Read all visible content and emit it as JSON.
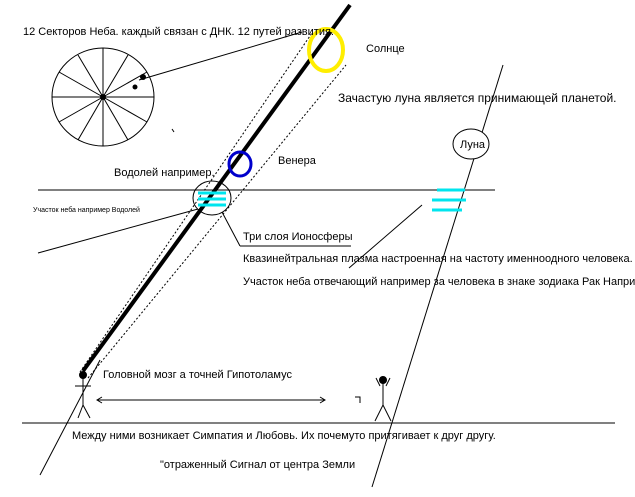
{
  "labels": {
    "sectors": "12 Секторов Неба. каждый связан с ДНК. 12 путей развития.",
    "sun": "Солнце",
    "moon_note": "Зачастую луна является принимающей планетой.",
    "moon": "Луна",
    "venus": "Венера",
    "aquarius": "Водолей например.",
    "sky_area": "Участок неба например Водолей",
    "ionosphere": "Три слоя Ионосферы",
    "plasma": "Квазинейтральная плазма настроенная на частоту именноодного человека.",
    "sky_cancer": "Участок неба отвечающий например за человека в знаке зодиака Рак Например",
    "brain": "Головной мозг а точней Гипотоламус",
    "sympathy": "Между ними возникает Симпатия и Любовь. Их почемуто притягивает к друг другу.",
    "earth_signal": "\"отраженный Сигнал от центра Земли"
  },
  "colors": {
    "sun": "#ffee00",
    "venus": "#0000cc",
    "ionosphere": "#00e5ee",
    "line": "#000000"
  }
}
